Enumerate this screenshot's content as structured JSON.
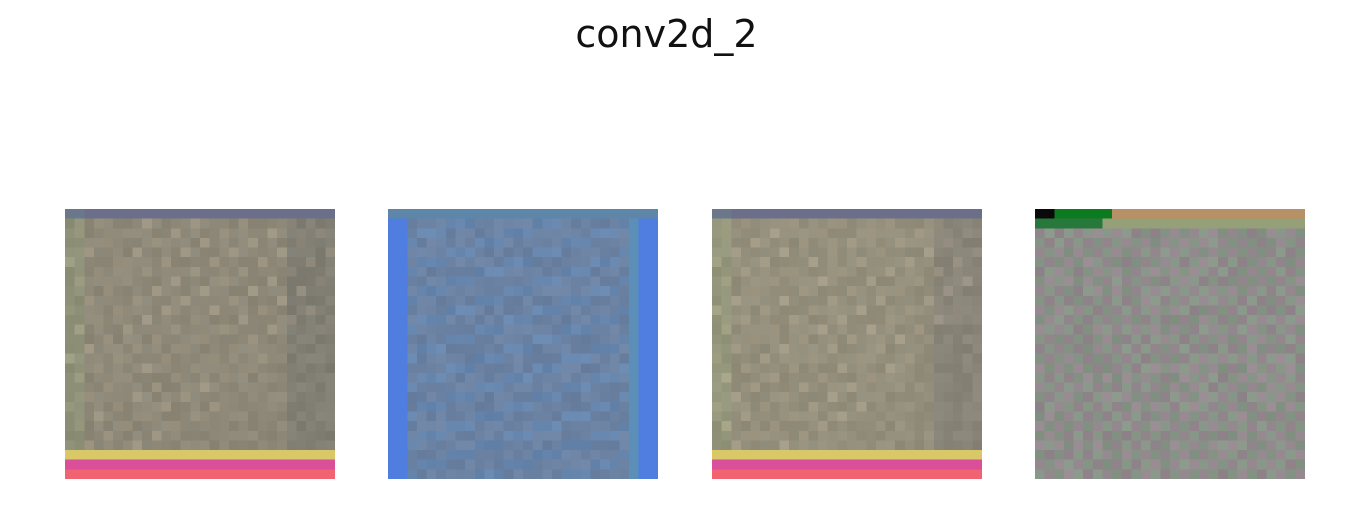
{
  "figure": {
    "title": "conv2d_2"
  },
  "panels": [
    {
      "style": "filter-a",
      "base": "#8d8877",
      "top_edge": "#6b6f8a",
      "bottom_band": "#d94f9a",
      "accent": "#d8c868"
    },
    {
      "style": "filter-b",
      "base": "#6b82a3",
      "top_edge": "#5e86a8",
      "side_band": "#4f7de0",
      "accent": "#5b8fb7"
    },
    {
      "style": "filter-a",
      "base": "#948e7c",
      "top_edge": "#6b6f8a",
      "bottom_band": "#d94f9a",
      "accent": "#d8c868"
    },
    {
      "style": "filter-c",
      "base": "#8e8f88",
      "checker_a": "#9a8095",
      "checker_b": "#7f9a86",
      "corner": "#0c7a1e",
      "top_edge": "#b89066"
    }
  ]
}
